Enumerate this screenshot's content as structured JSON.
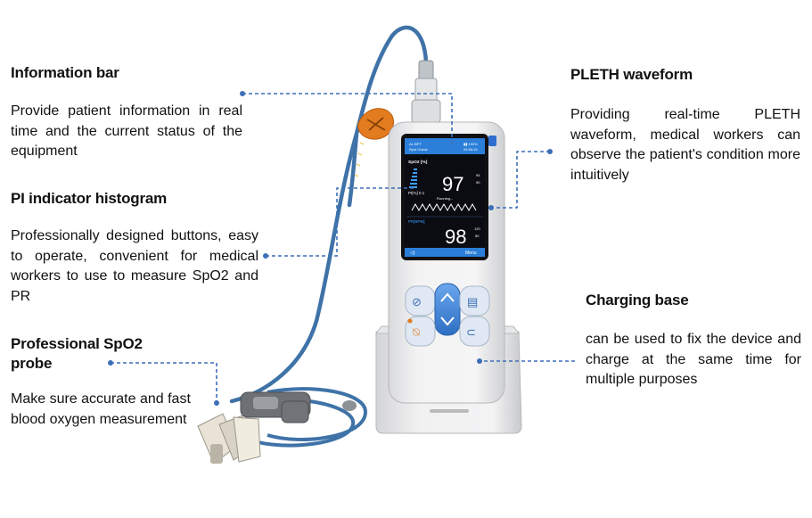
{
  "callouts": {
    "info_bar": {
      "title": "Information bar",
      "body": "Provide patient information in real time and the current status of the equipment"
    },
    "pi_histogram": {
      "title": "PI indicator histogram",
      "body": "Professionally designed buttons, easy to operate, convenient for medical workers to use to measure SpO2 and PR"
    },
    "probe": {
      "title_line1": "Professional SpO2",
      "title_line2": "probe",
      "body": "Make sure accurate and fast blood oxygen measurement"
    },
    "pleth": {
      "title": "PLETH waveform",
      "body": "Providing real-time PLETH waveform, medical workers can observe the patient's condition more intuitively"
    },
    "charging_base": {
      "title": "Charging base",
      "body": "can be used to fix the device and charge at the same time for multiple purposes"
    }
  },
  "device_screen": {
    "spo2_label": "SpO2 [%]",
    "spo2_value": "97",
    "spo2_upper": "95",
    "spo2_lower": "90",
    "pi_label": "PI[%] 0.1",
    "status_text": "Running...",
    "pr_label": "PR[BPM]",
    "pr_value": "98",
    "pr_upper": "120",
    "pr_lower": "50",
    "menu_label": "Menu"
  },
  "colors": {
    "leader_line": "#3d6fb8",
    "screen_bg": "#0b0b12",
    "screen_bar": "#2b7fd9",
    "button_blue": "#4a8fe0",
    "cable": "#3f73a8",
    "cuff": "#e37b1f"
  }
}
